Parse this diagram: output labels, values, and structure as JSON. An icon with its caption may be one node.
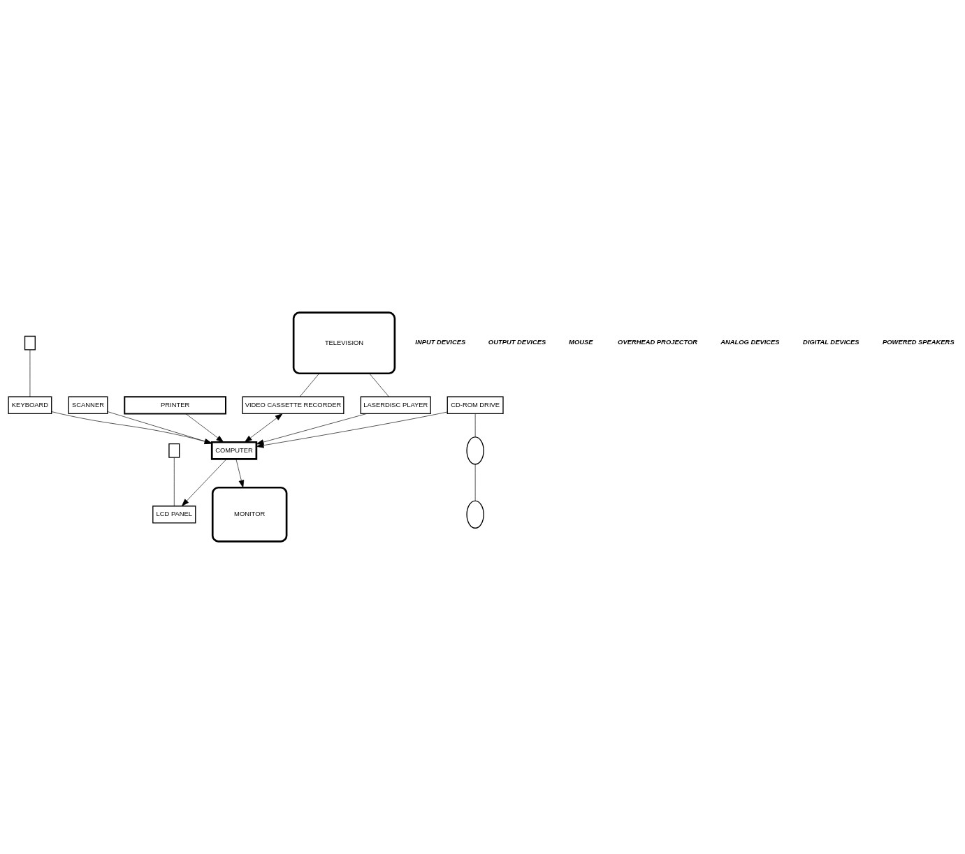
{
  "diagram": {
    "nodes": [
      {
        "text": [
          "COMPUTER"
        ]
      },
      {
        "text": [
          "KEYBOARD"
        ]
      },
      {
        "text": [
          "SCANNER"
        ]
      },
      {
        "text": [],
        "shape": "box"
      },
      {
        "text": [
          "MONITOR"
        ]
      },
      {
        "text": [
          "LCD PANEL"
        ]
      },
      {
        "text": [],
        "shape": "box"
      },
      {
        "text": [
          "PRINTER"
        ]
      },
      {
        "text": [
          "CD-ROM DRIVE"
        ]
      },
      {
        "text": [],
        "shape": "oval"
      },
      {
        "text": [],
        "shape": "oval"
      },
      {
        "text": [
          "TELEVISION"
        ]
      },
      {
        "text": [
          "VIDEO CASSETTE RECORDER"
        ]
      },
      {
        "text": [
          "LASERDISC PLAYER"
        ]
      }
    ],
    "edges": [
      {
        "from": 3,
        "to": 1,
        "arrow": "none"
      },
      {
        "from": 1,
        "to": 0,
        "arrow": "to"
      },
      {
        "from": 2,
        "to": 0,
        "arrow": "to"
      },
      {
        "from": 0,
        "to": 5,
        "arrow": "to"
      },
      {
        "from": 0,
        "to": 4,
        "arrow": "to"
      },
      {
        "from": 6,
        "to": 5,
        "arrow": "none"
      },
      {
        "from": 7,
        "to": 0,
        "arrow": "to"
      },
      {
        "from": 8,
        "to": 0,
        "arrow": "to"
      },
      {
        "from": 8,
        "to": 9,
        "arrow": "none"
      },
      {
        "from": 9,
        "to": 10,
        "arrow": "none"
      },
      {
        "from": 12,
        "to": 0,
        "arrow": "both"
      },
      {
        "from": 13,
        "to": 0,
        "arrow": "to"
      },
      {
        "from": 11,
        "to": 12,
        "arrow": "none"
      },
      {
        "from": 11,
        "to": 13,
        "arrow": "none"
      }
    ],
    "labels": [
      "INPUT DEVICES",
      "OUTPUT DEVICES",
      "MOUSE",
      "OVERHEAD PROJECTOR",
      "ANALOG DEVICES",
      "DIGITAL DEVICES",
      "POWERED SPEAKERS"
    ]
  }
}
